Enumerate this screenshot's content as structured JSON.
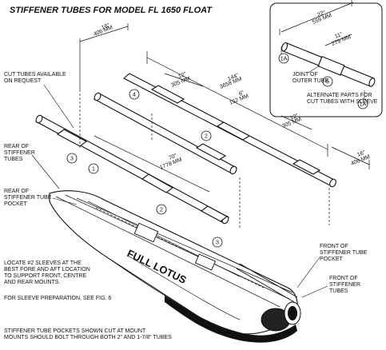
{
  "title": "STIFFENER TUBES FOR MODEL FL 1650 FLOAT",
  "inset": {
    "dim_top_in": "22\"",
    "dim_top_mm": "559 MM",
    "dim_mid_in": "11\"",
    "dim_mid_mm": "279 MM",
    "joint_label_1": "JOINT OF",
    "joint_label_2": "OUTER TUBE",
    "alt_label_1": "ALTERNATE PARTS FOR",
    "alt_label_2": "CUT TUBES WITH SLEEVE",
    "callouts": [
      "1A",
      "5",
      "1A"
    ]
  },
  "dimensions": {
    "d16_top_in": "16\"",
    "d16_top_mm": "406 MM",
    "d12_left_in": "12\"",
    "d12_left_mm": "305 MM",
    "d144_in": "144\"",
    "d144_mm": "3658 MM",
    "d6_in": "6\"",
    "d6_mm": "152 MM",
    "d12_right_in": "12\"",
    "d12_right_mm": "305 MM",
    "d70_in": "70\"",
    "d70_mm": "1778 MM",
    "d16_right_in": "16\"",
    "d16_right_mm": "406 MM"
  },
  "labels": {
    "cut_tubes_1": "CUT TUBES AVAILABLE",
    "cut_tubes_2": "ON REQUEST",
    "rear_tubes_1": "REAR OF",
    "rear_tubes_2": "STIFFENER",
    "rear_tubes_3": "TUBES",
    "rear_pocket_1": "REAR OF",
    "rear_pocket_2": "STIFFENER TUBE",
    "rear_pocket_3": "POCKET",
    "locate_1": "LOCATE #2 SLEEVES AT THE",
    "locate_2": "BEST FORE AND AFT LOCATION",
    "locate_3": "TO SUPPORT FRONT, CENTRE",
    "locate_4": "AND REAR MOUNTS.",
    "sleeve_prep": "FOR SLEEVE PREPARATION, SEE FIG. 6",
    "front_pocket_1": "FRONT OF",
    "front_pocket_2": "STIFFENER TUBE",
    "front_pocket_3": "POCKET",
    "front_tubes_1": "FRONT OF",
    "front_tubes_2": "STIFFENER",
    "front_tubes_3": "TUBES",
    "bottom_1": "STIFFENER TUBE POCKETS SHOWN CUT AT MOUNT",
    "bottom_2": "MOUNTS SHOULD BOLT THROUGH BOTH 2\" AND 1-7/8\" TUBES"
  },
  "callouts": {
    "c4": "4",
    "c2a": "2",
    "c3a": "3",
    "c1": "1",
    "c2b": "2",
    "c3b": "3"
  },
  "brand_logo": "FULL LOTUS"
}
